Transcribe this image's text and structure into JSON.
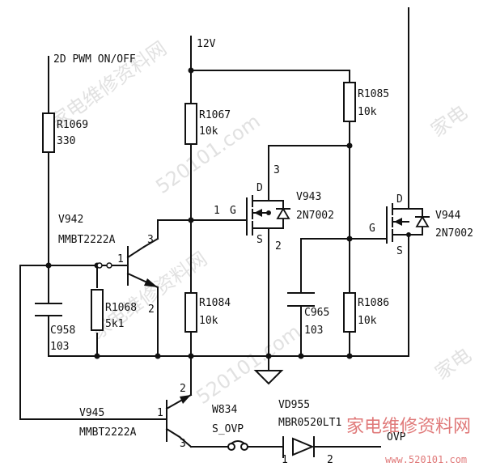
{
  "labels": {
    "supply": "12V",
    "pwm": "2D PWM ON/OFF",
    "ovp": "OVP"
  },
  "resistors": {
    "r1069": {
      "ref": "R1069",
      "value": "330"
    },
    "r1067": {
      "ref": "R1067",
      "value": "10k"
    },
    "r1085": {
      "ref": "R1085",
      "value": "10k"
    },
    "r1068": {
      "ref": "R1068",
      "value": "5k1"
    },
    "r1084": {
      "ref": "R1084",
      "value": "10k"
    },
    "r1086": {
      "ref": "R1086",
      "value": "10k"
    }
  },
  "capacitors": {
    "c958": {
      "ref": "C958",
      "value": "103"
    },
    "c965": {
      "ref": "C965",
      "value": "103"
    }
  },
  "transistors": {
    "v942": {
      "ref": "V942",
      "part": "MMBT2222A",
      "pin_b": "1",
      "pin_c": "3",
      "pin_e": "2"
    },
    "v945": {
      "ref": "V945",
      "part": "MMBT2222A",
      "pin_b": "1",
      "pin_c": "2",
      "pin_e": "3"
    },
    "v943": {
      "ref": "V943",
      "part": "2N7002",
      "d": "D",
      "g": "G",
      "s": "S",
      "pin_g": "1",
      "pin_d": "3",
      "pin_s": "2"
    },
    "v944": {
      "ref": "V944",
      "part": "2N7002",
      "d": "D",
      "g": "G",
      "s": "S"
    }
  },
  "others": {
    "w834": {
      "ref": "W834",
      "name": "S_OVP"
    },
    "vd955": {
      "ref": "VD955",
      "part": "MBR0520LT1",
      "pin_a": "1",
      "pin_k": "2"
    }
  },
  "watermarks": {
    "site_cn": "家电维修资料网",
    "url": "520101.com",
    "footer_cn": "家电维修资料网",
    "footer_url": "www.520101.com",
    "edge": "家电"
  }
}
